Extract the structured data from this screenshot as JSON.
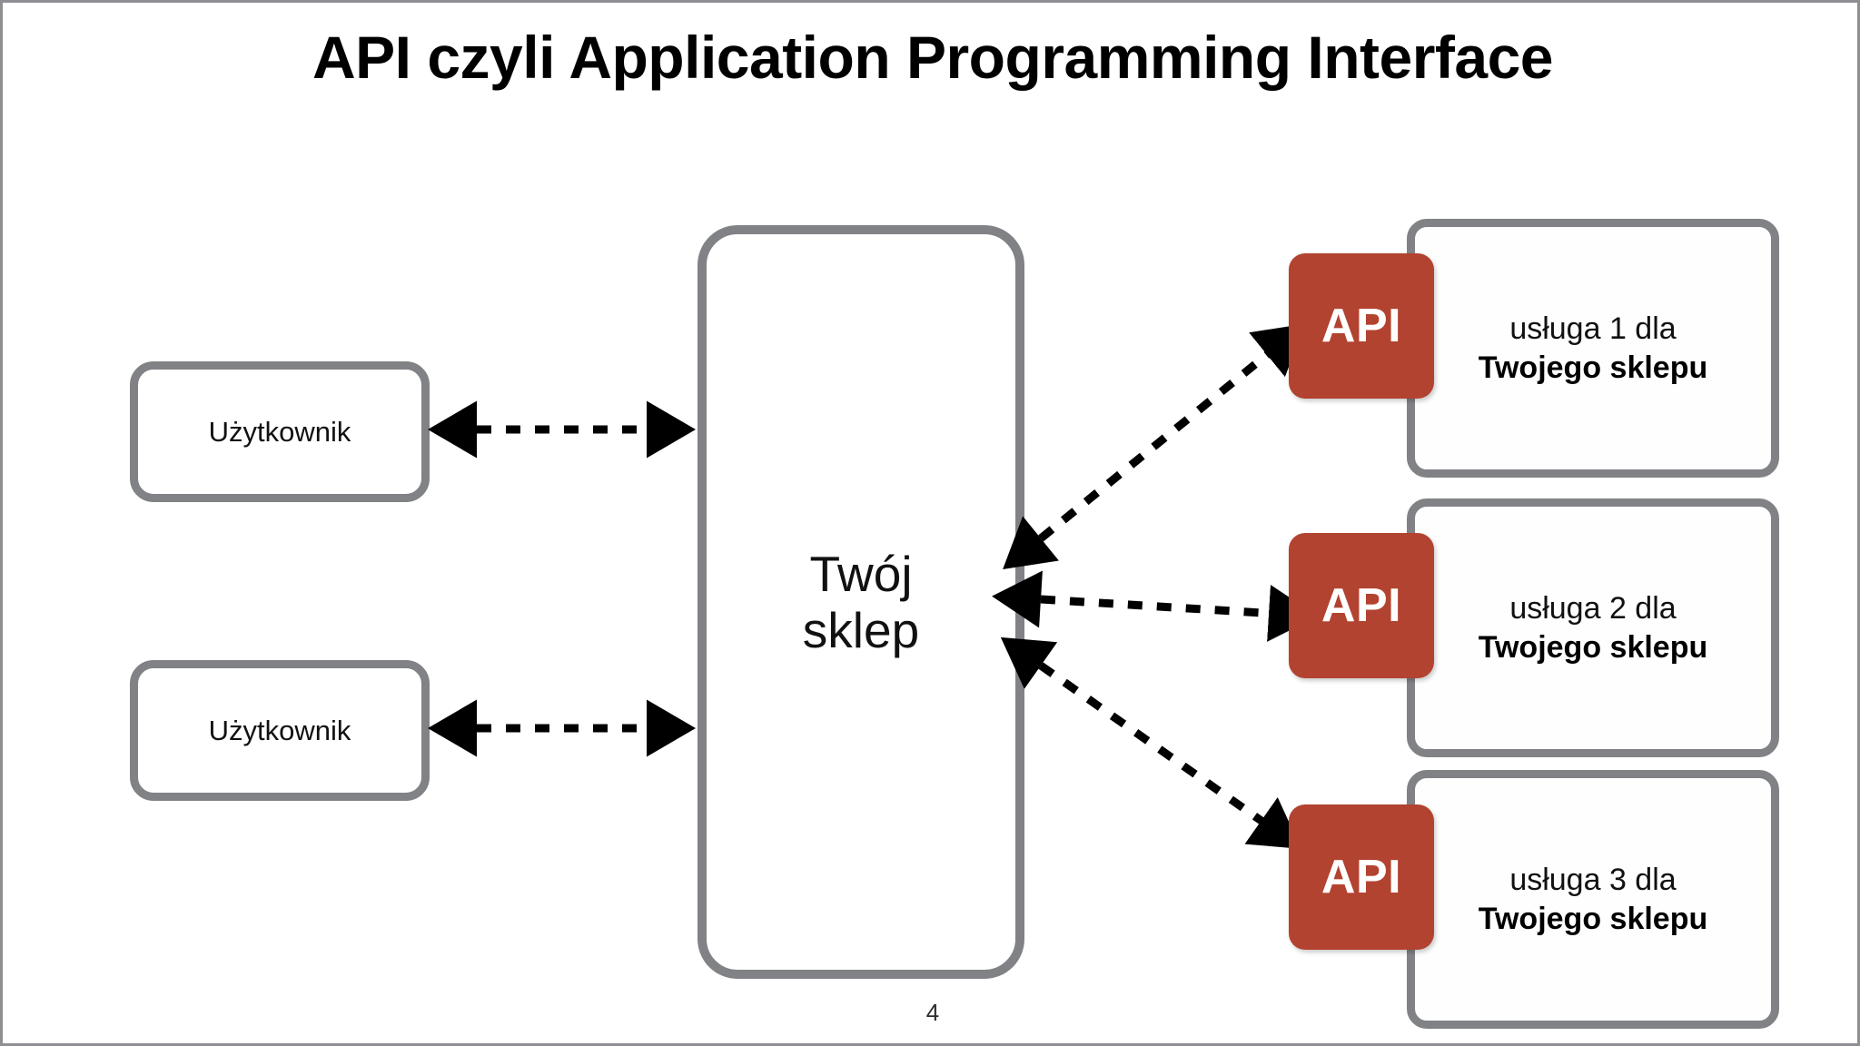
{
  "slide": {
    "title": "API czyli Application Programming Interface",
    "page_number": "4",
    "colors": {
      "api_badge_red": "#b24330",
      "node_border_gray": "#808285",
      "slide_border_gray": "#8d8f92",
      "text_black": "#111111",
      "background_white": "#ffffff"
    }
  },
  "users": [
    {
      "label": "Użytkownik"
    },
    {
      "label": "Użytkownik"
    }
  ],
  "store": {
    "label": "Twój\nsklep"
  },
  "services": [
    {
      "badge_label": "API",
      "line1": "usługa 1 dla",
      "line2": "Twojego sklepu"
    },
    {
      "badge_label": "API",
      "line1": "usługa 2 dla",
      "line2": "Twojego sklepu"
    },
    {
      "badge_label": "API",
      "line1": "usługa 3 dla",
      "line2": "Twojego sklepu"
    }
  ],
  "connectors": [
    {
      "name": "user-1-to-store",
      "style": "dashed",
      "heads": "both",
      "direction": "horizontal"
    },
    {
      "name": "user-2-to-store",
      "style": "dashed",
      "heads": "both",
      "direction": "horizontal"
    },
    {
      "name": "store-to-service-1",
      "style": "dashed",
      "heads": "both",
      "direction": "diagonal-up-right"
    },
    {
      "name": "store-to-service-2",
      "style": "dashed",
      "heads": "both",
      "direction": "horizontal"
    },
    {
      "name": "store-to-service-3",
      "style": "dashed",
      "heads": "both",
      "direction": "diagonal-down-right"
    }
  ]
}
